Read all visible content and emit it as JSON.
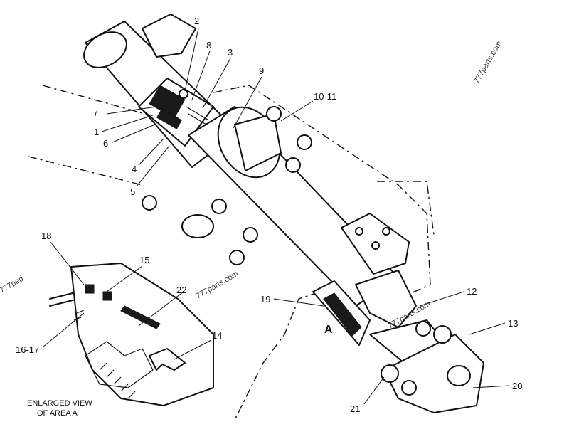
{
  "callouts": {
    "c1": "1",
    "c2": "2",
    "c3": "3",
    "c4": "4",
    "c5": "5",
    "c6": "6",
    "c7": "7",
    "c8": "8",
    "c9": "9",
    "c10_11": "10-11",
    "c12": "12",
    "c13": "13",
    "c14": "14",
    "c15": "15",
    "c16_17": "16-17",
    "c18": "18",
    "c19": "19",
    "c20": "20",
    "c21": "21",
    "c22": "22"
  },
  "area_marker": "A",
  "caption": {
    "line1": "ENLARGED VIEW",
    "line2": "OF AREA A"
  },
  "watermarks": {
    "top_right": "777parts.com",
    "middle": "777parts.com",
    "right": "777parts.com",
    "left_edge": "777ped"
  }
}
